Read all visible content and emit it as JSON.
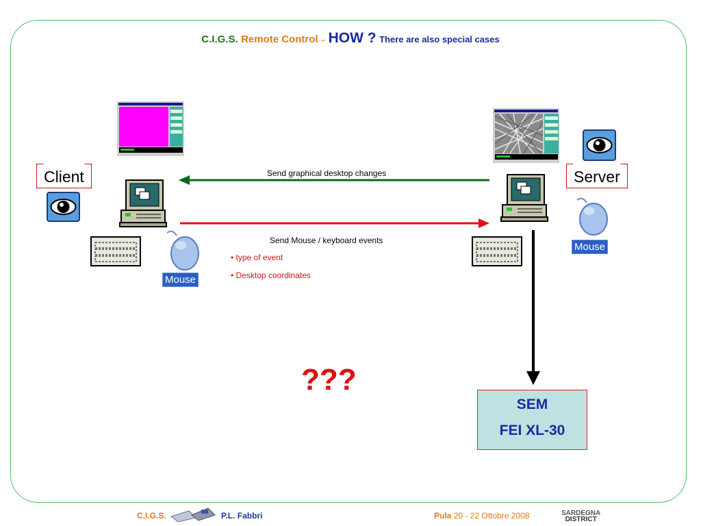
{
  "title": {
    "part1": "C.I.G.S.",
    "part2": "Remote Control",
    "part3": "–",
    "part4": "HOW ?",
    "part5": "There are also special cases"
  },
  "client": {
    "label": "Client",
    "mouse": "Mouse"
  },
  "server": {
    "label": "Server",
    "mouse": "Mouse"
  },
  "arrows": {
    "top_label": "Send graphical desktop changes",
    "bottom_label": "Send Mouse / keyboard events",
    "bullets": [
      "• type of event",
      "• Desktop coordinates"
    ]
  },
  "question": "???",
  "sem": {
    "line1": "SEM",
    "line2": "FEI XL-30"
  },
  "footer": {
    "left_org": "C.I.G.S.",
    "author": "P.L. Fabbri",
    "place": "Pula",
    "dates": "20 - 22 Ottobre 2008",
    "logo_line1": "SARDEGNA",
    "logo_line2": "DISTRICT"
  },
  "colors": {
    "frame": "#4dbf6a",
    "green_arrow": "#0a6a1a",
    "red_arrow": "#e01010",
    "sem_fill": "#bfe1e1"
  }
}
